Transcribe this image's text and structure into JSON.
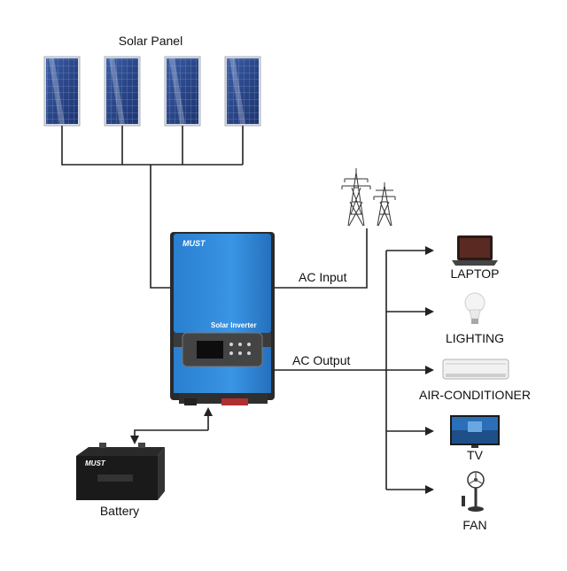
{
  "labels": {
    "solar_panel": "Solar Panel",
    "ac_input": "AC Input",
    "ac_output": "AC Output",
    "battery": "Battery"
  },
  "inverter": {
    "brand": "MUST",
    "model": "Solar Inverter",
    "body_color": "#2f8fdc",
    "frame_color": "#333333"
  },
  "battery": {
    "brand": "MUST"
  },
  "loads": [
    {
      "label": "LAPTOP",
      "icon": "laptop-icon"
    },
    {
      "label": "LIGHTING",
      "icon": "light-bulb-icon"
    },
    {
      "label": "AIR-CONDITIONER",
      "icon": "air-conditioner-icon"
    },
    {
      "label": "TV",
      "icon": "tv-icon"
    },
    {
      "label": "FAN",
      "icon": "fan-icon"
    }
  ],
  "colors": {
    "wire": "#222222",
    "panel_cell": "#2c4a8c",
    "panel_frame": "#c9ced6"
  }
}
